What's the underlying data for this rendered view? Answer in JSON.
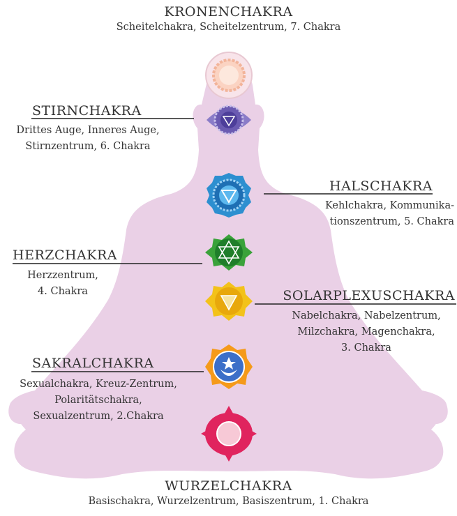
{
  "chakras": [
    {
      "id": "krone",
      "title": "KRONENCHAKRA",
      "lines": [
        "Scheitelchakra, Scheitelzentrum, 7. Chakra"
      ],
      "color": "#f2b49a"
    },
    {
      "id": "stirn",
      "title": "STIRNCHAKRA",
      "lines": [
        "Drittes Auge, Inneres Auge,",
        "Stirnzentrum, 6. Chakra"
      ],
      "color": "#6b5bb2"
    },
    {
      "id": "hals",
      "title": "HALSCHAKRA",
      "lines": [
        "Kehlchakra, Kommunika-",
        "tionszentrum,  5. Chakra"
      ],
      "color": "#2d8fd0"
    },
    {
      "id": "herz",
      "title": "HERZCHAKRA",
      "lines": [
        "Herzzentrum,",
        "4. Chakra"
      ],
      "color": "#3aa23a"
    },
    {
      "id": "solar",
      "title": "SOLARPLEXUSCHAKRA",
      "lines": [
        "Nabelchakra, Nabelzentrum,",
        "Milzchakra, Magenchakra,",
        "3. Chakra"
      ],
      "color": "#f3c21a"
    },
    {
      "id": "sakral",
      "title": "SAKRALCHAKRA",
      "lines": [
        "Sexualchakra, Kreuz-Zentrum,",
        "Polaritätschakra,",
        "Sexualzentrum, 2.Chakra"
      ],
      "color": "#f59a1a"
    },
    {
      "id": "wurzel",
      "title": "WURZELCHAKRA",
      "lines": [
        "Basischakra, Wurzelzentrum, Basiszentrum, 1. Chakra"
      ],
      "color": "#e0245e"
    }
  ],
  "colors": {
    "body": "#ead0e6",
    "line": "#222222"
  }
}
